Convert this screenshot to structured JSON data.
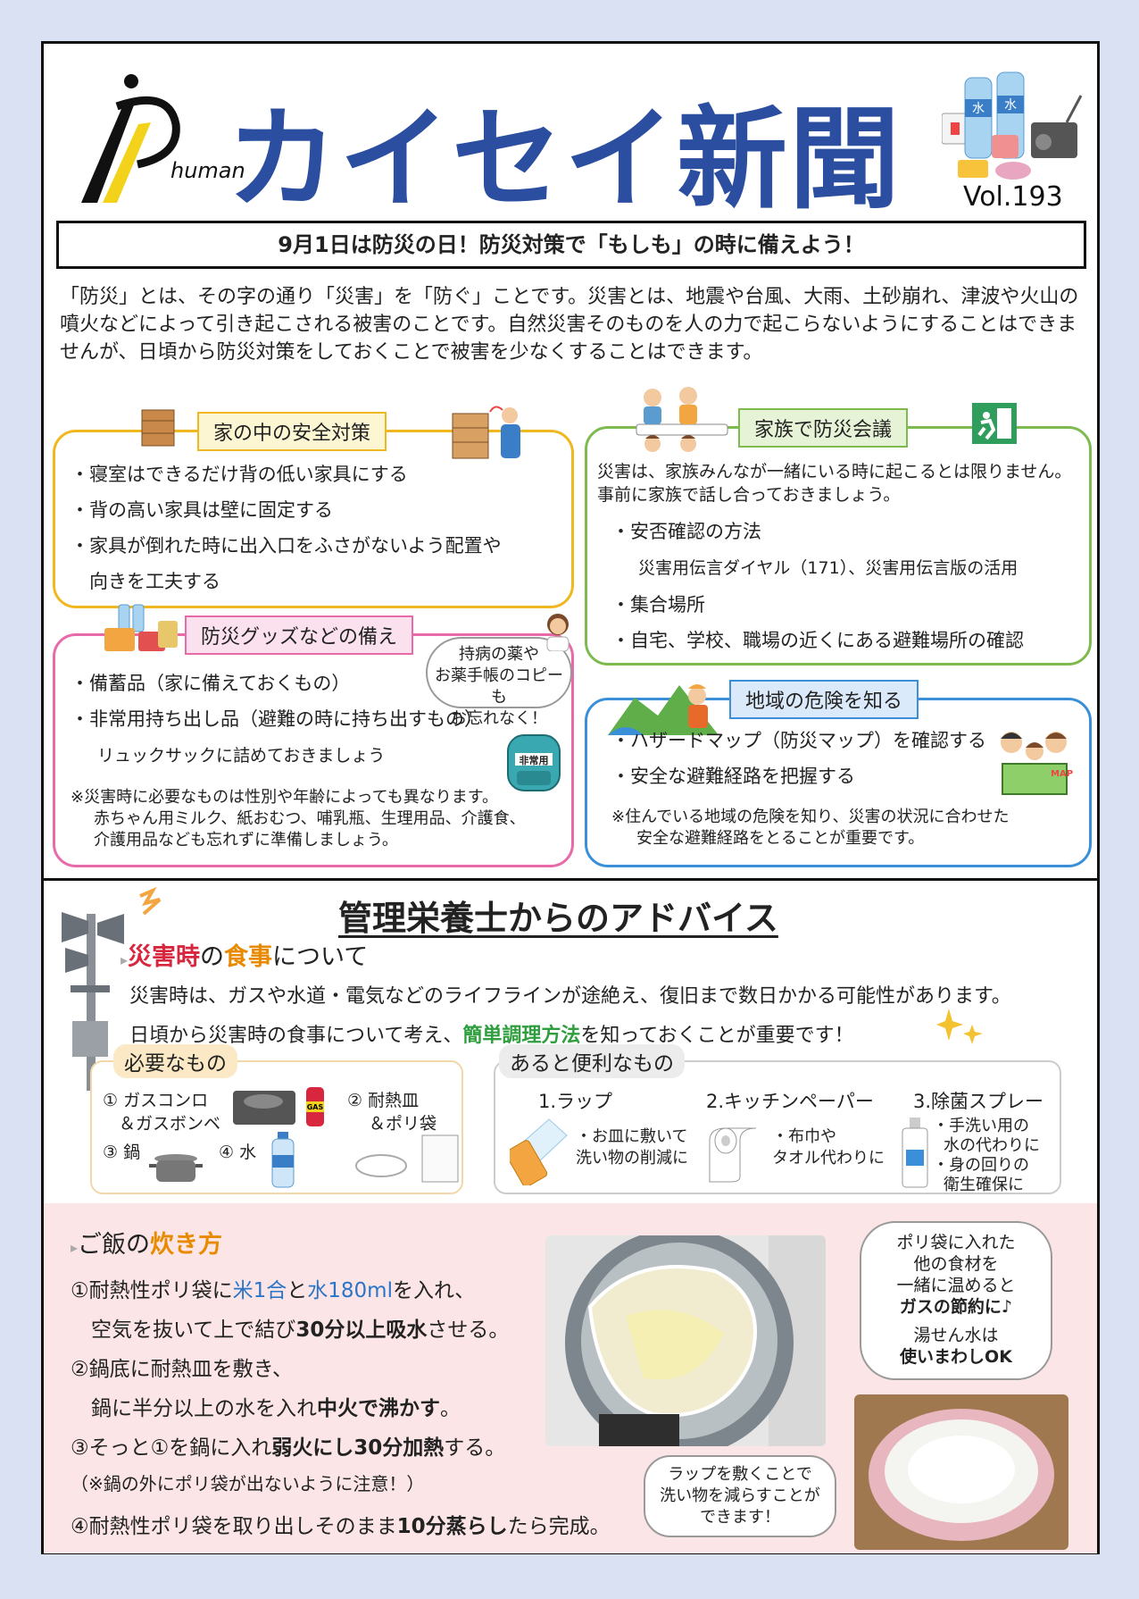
{
  "header": {
    "logo_text": "human",
    "title": "カイセイ新聞",
    "volume": "Vol.193",
    "icon_labels": {
      "water_bottle": "水"
    }
  },
  "headline": "9月1日は防災の日！防災対策で「もしも」の時に備えよう！",
  "intro": "「防災」とは、その字の通り「災害」を「防ぐ」ことです。災害とは、地震や台風、大雨、土砂崩れ、津波や火山の噴火などによって引き起こされる被害のことです。自然災害そのものを人の力で起こらないようにすることはできませんが、日頃から防災対策をしておくことで被害を少なくすることはできます。",
  "sections": {
    "home_safety": {
      "title": "家の中の安全対策",
      "items": [
        "・寝室はできるだけ背の低い家具にする",
        "・背の高い家具は壁に固定する",
        "・家具が倒れた時に出入口をふさがないよう配置や",
        "　向きを工夫する"
      ]
    },
    "family_meeting": {
      "title": "家族で防災会議",
      "lead": [
        "災害は、家族みんなが一緒にいる時に起こるとは限りません。",
        "事前に家族で話し合っておきましょう。"
      ],
      "items": [
        "・安否確認の方法",
        "災害用伝言ダイヤル（171）、災害用伝言版の活用",
        "・集合場所",
        "・自宅、学校、職場の近くにある避難場所の確認"
      ]
    },
    "goods": {
      "title": "防災グッズなどの備え",
      "bubble": [
        "持病の薬や",
        "お薬手帳のコピーも",
        "お忘れなく！"
      ],
      "items": [
        "・備蓄品（家に備えておくもの）",
        "・非常用持ち出し品（避難の時に持ち出すもの）",
        "リュックサックに詰めておきましょう"
      ],
      "bag_label": "非常用",
      "notes": [
        "※災害時に必要なものは性別や年齢によっても異なります。",
        "赤ちゃん用ミルク、紙おむつ、哺乳瓶、生理用品、介護食、",
        "介護用品なども忘れずに準備しましょう。"
      ]
    },
    "local_risk": {
      "title": "地域の危険を知る",
      "items": [
        "・ハザードマップ（防災マップ）を確認する",
        "・安全な避難経路を把握する"
      ],
      "map_label": "MAP",
      "notes": [
        "※住んでいる地域の危険を知り、災害の状況に合わせた",
        "安全な避難経路をとることが重要です。"
      ]
    }
  },
  "advice": {
    "title": "管理栄養士からのアドバイス",
    "subhead": {
      "a": "災害時",
      "b": "の",
      "c": "食事",
      "d": "について"
    },
    "para1": "災害時は、ガスや水道・電気などのライフラインが途絶え、復旧まで数日かかる可能性があります。",
    "para2": {
      "a": "日頃から災害時の食事について考え、",
      "b": "簡単調理方法",
      "c": "を知っておくことが重要です！"
    },
    "needed": {
      "title": "必要なもの",
      "items": [
        "① ガスコンロ",
        "＆ガスボンベ",
        "② 耐熱皿",
        "＆ポリ袋",
        "③ 鍋",
        "④ 水"
      ],
      "gas_label": "GAS"
    },
    "convenient": {
      "title": "あると便利なもの",
      "items": [
        {
          "name": "1.ラップ",
          "desc": [
            "・お皿に敷いて",
            "洗い物の削減に"
          ]
        },
        {
          "name": "2.キッチンペーパー",
          "desc": [
            "・布巾や",
            "タオル代わりに"
          ]
        },
        {
          "name": "3.除菌スプレー",
          "desc": [
            "・手洗い用の",
            "水の代わりに",
            "・身の回りの",
            "衛生確保に"
          ]
        }
      ]
    }
  },
  "rice": {
    "subhead": {
      "a": "ご飯の",
      "b": "炊き方"
    },
    "steps": {
      "s1": {
        "a": "①耐熱性ポリ袋に",
        "b": "米1合",
        "c": "と",
        "d": "水180ml",
        "e": "を入れ、"
      },
      "s1b": {
        "a": "　空気を抜いて上で結び",
        "b": "30分以上吸水",
        "c": "させる。"
      },
      "s2": "②鍋底に耐熱皿を敷き、",
      "s2b": {
        "a": "　鍋に半分以上の水を入れ",
        "b": "中火で沸かす",
        "c": "。"
      },
      "s3": {
        "a": "③そっと①を鍋に入れ",
        "b": "弱火にし30分加熱",
        "c": "する。"
      },
      "s3note": "（※鍋の外にポリ袋が出ないように注意！）",
      "s4": {
        "a": "④耐熱性ポリ袋を取り出しそのまま",
        "b": "10分蒸らし",
        "c": "たら完成。"
      }
    },
    "bubble1": {
      "l1": "ポリ袋に入れた",
      "l2": "他の食材を",
      "l3": "一緒に温めると",
      "l4": "ガスの節約に♪",
      "l5": "湯せん水は",
      "l6": "使いまわしOK"
    },
    "bubble2": [
      "ラップを敷くことで",
      "洗い物を減らすことが",
      "できます！"
    ]
  },
  "colors": {
    "title_blue": "#2b4ea0",
    "yellow": "#f0b820",
    "green": "#7dbb4e",
    "pink": "#e96aa8",
    "blue": "#3a8fd8"
  }
}
